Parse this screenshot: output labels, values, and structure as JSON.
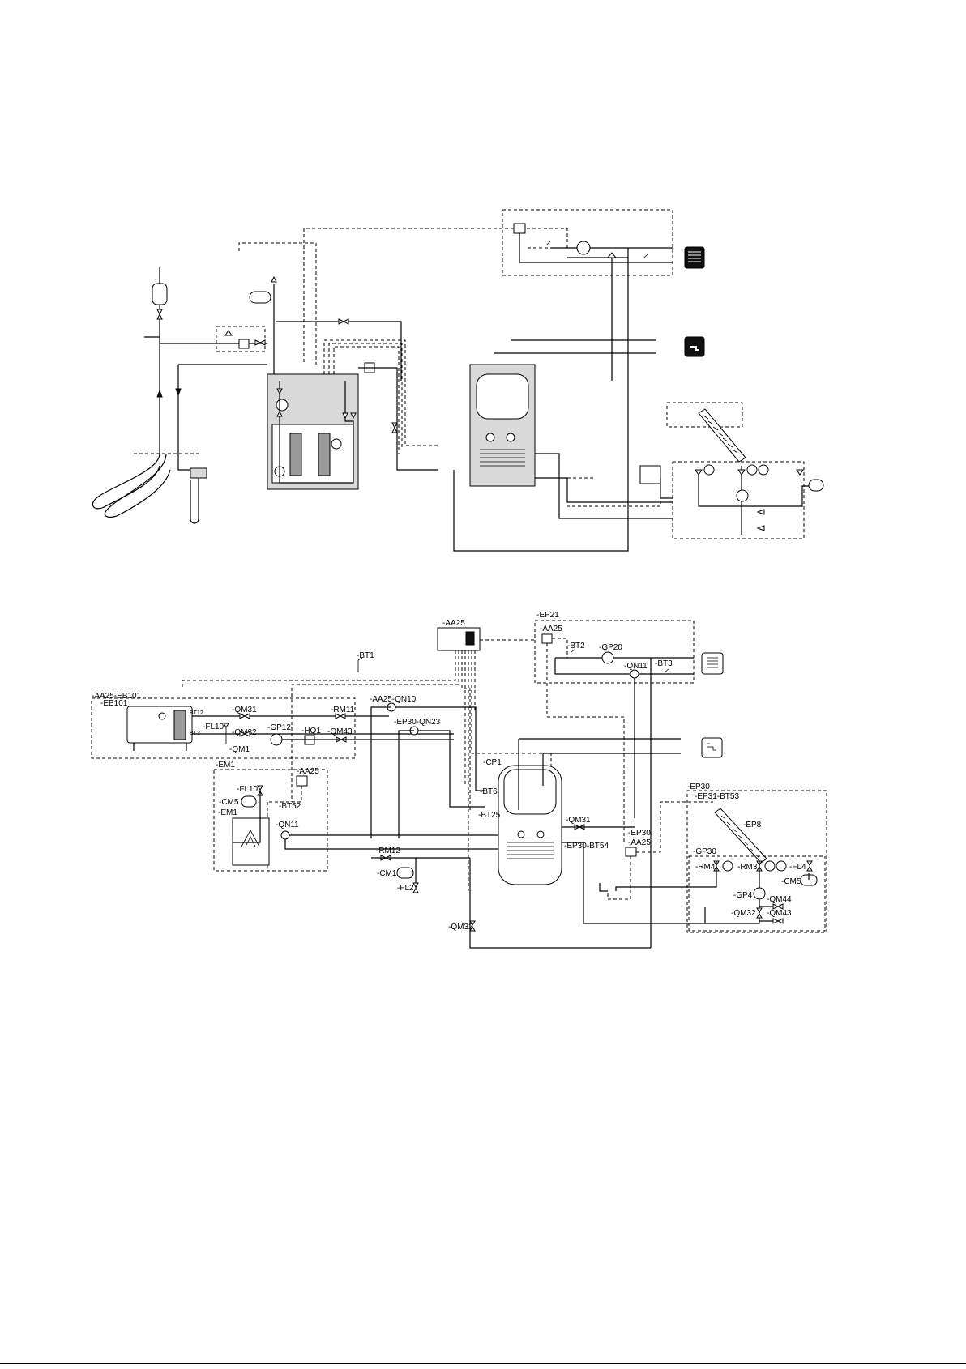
{
  "diagram": {
    "labels": {
      "aa25_top": "-AA25",
      "ep21": "-EP21",
      "aa25_ep21": "-AA25",
      "bt2": "-BT2",
      "gp20": "-GP20",
      "qn11_ep21": "-QN11",
      "bt3": "-BT3",
      "bt1": "-BT1",
      "aa25_eb101": "-AA25-EB101",
      "eb101": "-EB101",
      "bt12": "BT12",
      "bt3_small": "BT3",
      "qm31_left": "-QM31",
      "fl10_left": "-FL10",
      "qm32_left": "-QM32",
      "qm1": "-QM1",
      "gp12": "-GP12",
      "hq1": "-HQ1",
      "qm43_left": "-QM43",
      "rm11": "-RM11",
      "aa25_qn10": "-AA25-QN10",
      "ep30_qn23": "-EP30-QN23",
      "em1_top": "-EM1",
      "aa25_em1": "-AA25",
      "fl10_em1": "-FL10",
      "cm5_em1": "-CM5",
      "em1": "-EM1",
      "bt52": "-BT52",
      "qn11_em1": "-QN11",
      "rm12": "-RM12",
      "cm1": "-CM1",
      "fl2": "-FL2",
      "cp1": "-CP1",
      "bt6": "-BT6",
      "bt25": "-BT25",
      "qm31_mid": "-QM31",
      "ep30_bt54": "-EP30-BT54",
      "qm32_bottom": "-QM32",
      "ep30_mid": "-EP30",
      "aa25_mid": "-AA25",
      "ep30_right": "-EP30",
      "ep31_bt53": "-EP31-BT53",
      "ep8": "-EP8",
      "gp30": "-GP30",
      "rm4": "-RM4",
      "rm3": "-RM3",
      "fl4": "-FL4",
      "cm5_right": "-CM5",
      "gp4": "-GP4",
      "qm44": "-QM44",
      "qm32_right": "-QM32",
      "qm43_right": "-QM43"
    },
    "icons": {
      "top_radiator": "radiator-icon",
      "top_tap": "tap-icon",
      "bottom_radiator": "radiator-icon",
      "bottom_tap": "tap-icon"
    }
  }
}
